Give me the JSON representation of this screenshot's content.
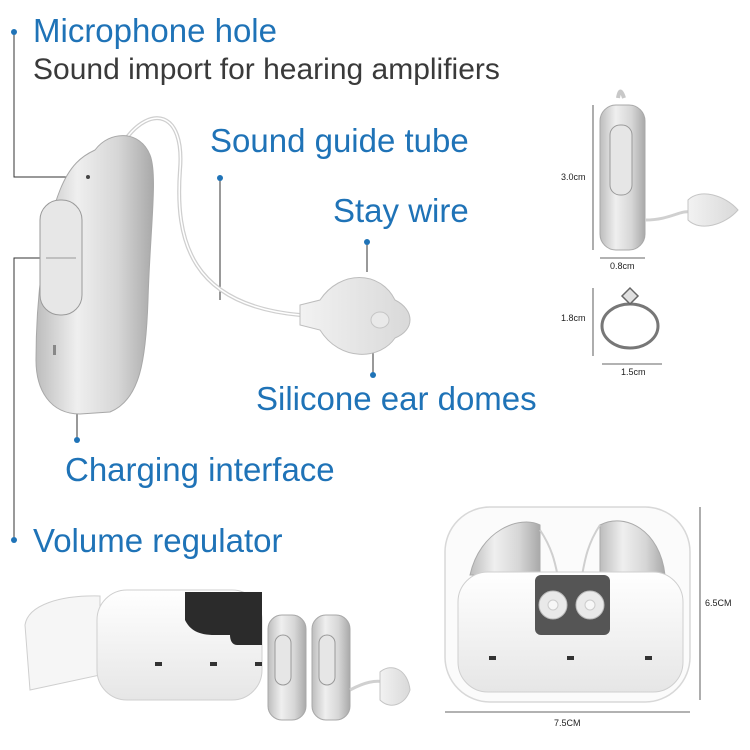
{
  "labels": {
    "microphone_hole": "Microphone hole",
    "microphone_sub": "Sound import for hearing amplifiers",
    "sound_guide_tube": "Sound guide tube",
    "stay_wire": "Stay wire",
    "silicone_ear_domes": "Silicone ear domes",
    "charging_interface": "Charging interface",
    "volume_regulator": "Volume regulator"
  },
  "dimensions": {
    "device_height": "3.0cm",
    "device_width": "0.8cm",
    "ring_height": "1.8cm",
    "ring_width": "1.5cm",
    "case_height": "6.5CM",
    "case_width": "7.5CM"
  },
  "colors": {
    "label_blue": "#1f73b7",
    "device_silver": "#dcdcdc",
    "case_white": "#f7f7f7",
    "case_dark": "#2b2b2b"
  }
}
